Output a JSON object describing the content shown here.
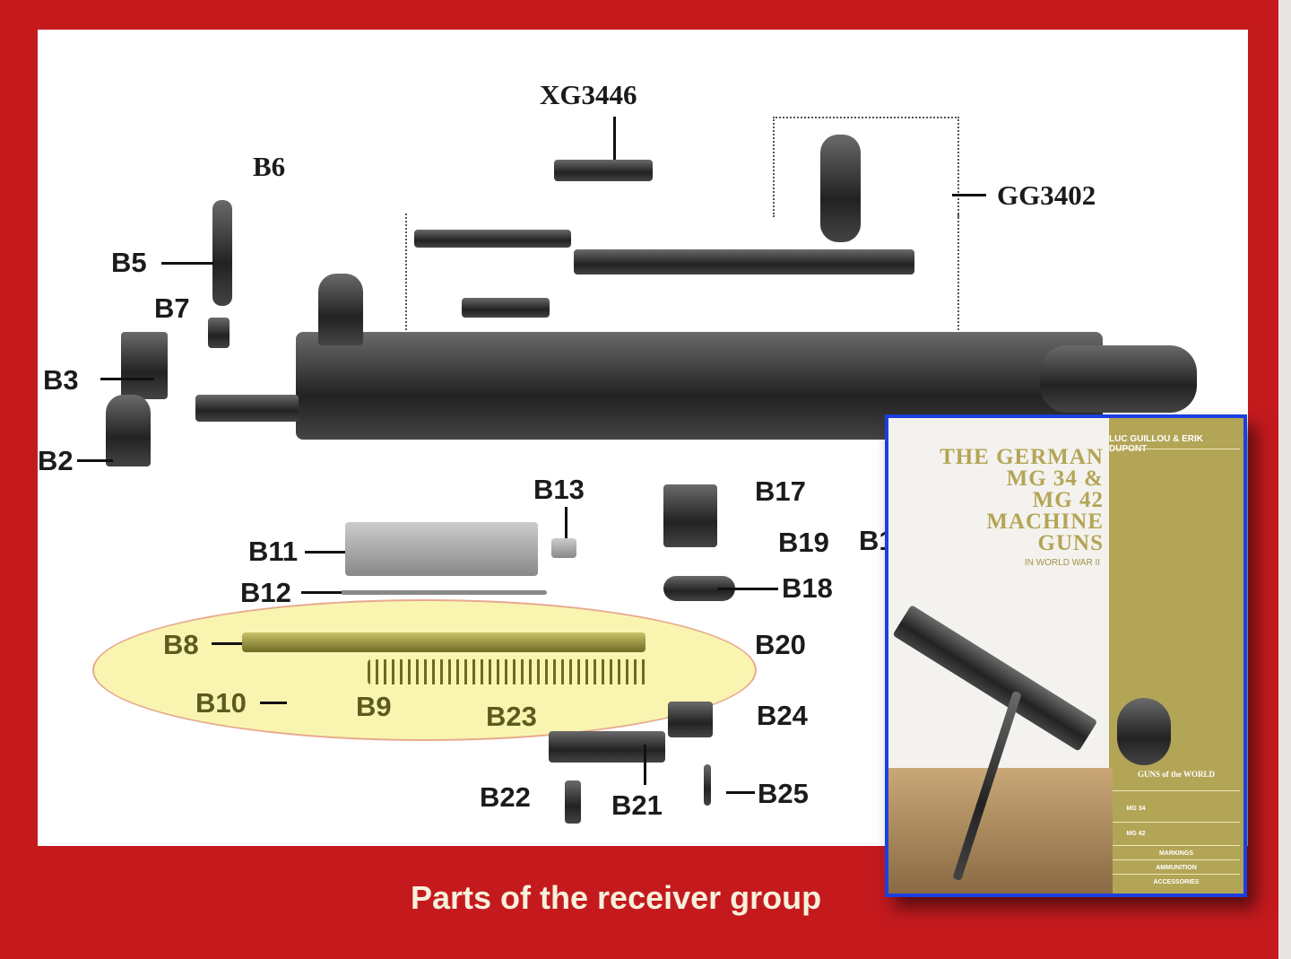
{
  "caption": "Parts of the receiver group",
  "labels": {
    "XG3446": "XG3446",
    "GG3402": "GG3402",
    "B1": "B1",
    "B2": "B2",
    "B3": "B3",
    "B5": "B5",
    "B6": "B6",
    "B7": "B7",
    "B8": "B8",
    "B9": "B9",
    "B10": "B10",
    "B11": "B11",
    "B12": "B12",
    "B13": "B13",
    "B17": "B17",
    "B18": "B18",
    "B19": "B19",
    "B20": "B20",
    "B21": "B21",
    "B22": "B22",
    "B23": "B23",
    "B24": "B24",
    "B25": "B25"
  },
  "book": {
    "authors": "LUC GUILLOU & ERIK DUPONT",
    "title_lines": [
      "THE GERMAN",
      "MG 34 &",
      "MG 42",
      "MACHINE",
      "GUNS"
    ],
    "subtitle": "IN WORLD WAR II",
    "series": "GUNS of the WORLD",
    "items": [
      "MG 34",
      "MG 42",
      "MARKINGS",
      "AMMUNITION",
      "ACCESSORIES"
    ]
  },
  "colors": {
    "background": "#c41a1e",
    "highlight": "#f7f296",
    "book_border": "#1b3fe0",
    "book_spine": "#b3a556"
  }
}
